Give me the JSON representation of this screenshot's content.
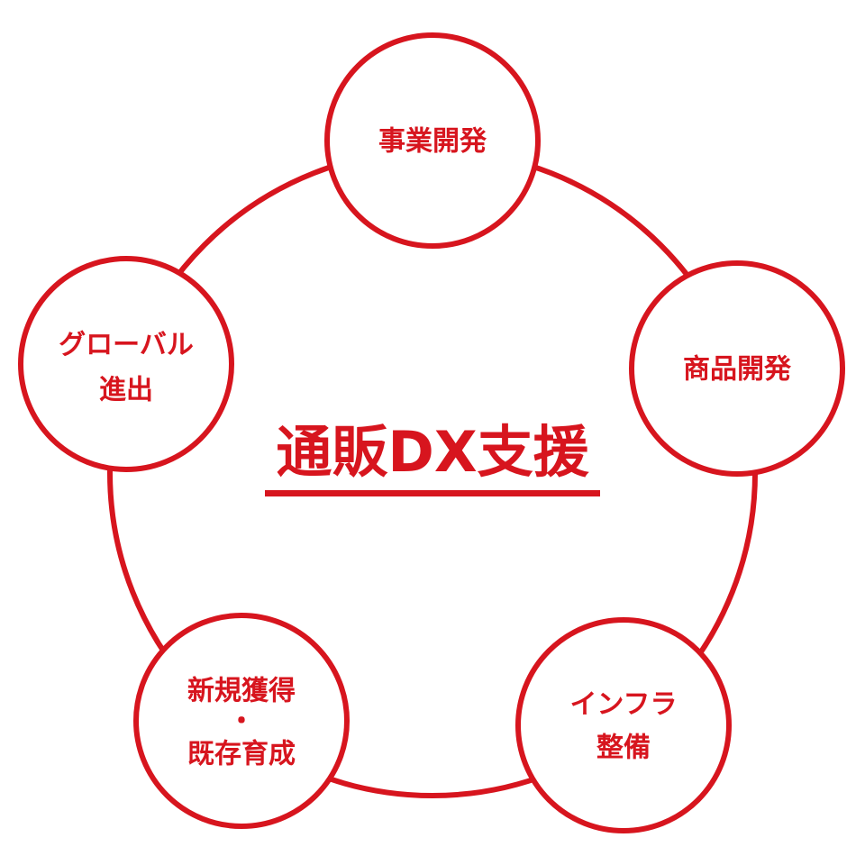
{
  "center": {
    "title": "通販DX支援"
  },
  "nodes": [
    {
      "id": "top",
      "lines": [
        "事業開発"
      ]
    },
    {
      "id": "right",
      "lines": [
        "商品開発"
      ]
    },
    {
      "id": "bottom-right",
      "lines": [
        "インフラ",
        "整備"
      ]
    },
    {
      "id": "bottom-left",
      "lines": [
        "新規獲得",
        "・",
        "既存育成"
      ]
    },
    {
      "id": "left",
      "lines": [
        "グローバル",
        "進出"
      ]
    }
  ],
  "colors": {
    "accent": "#d7151e",
    "background": "#ffffff"
  }
}
